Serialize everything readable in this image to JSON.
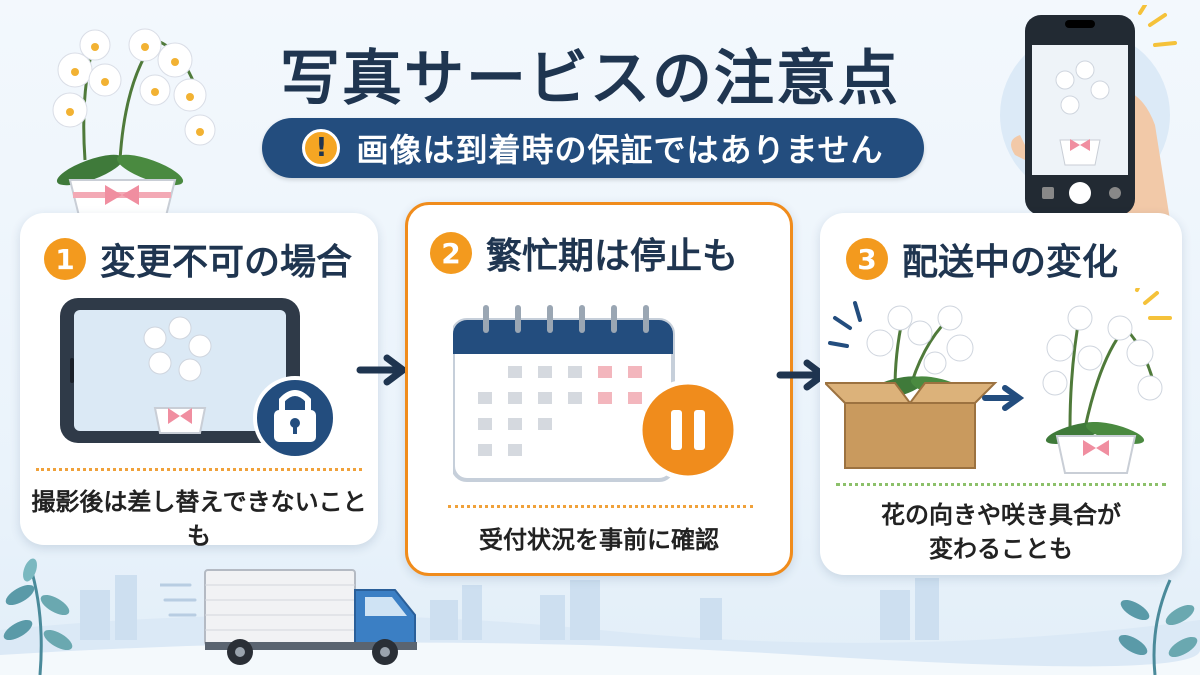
{
  "header": {
    "title": "写真サービスの注意点",
    "subtitle": "画像は到着時の保証ではありません",
    "warn_glyph": "!"
  },
  "cards": [
    {
      "number": "1",
      "title": "変更不可の場合",
      "description": "撮影後は差し替えできないことも"
    },
    {
      "number": "2",
      "title": "繁忙期は停止も",
      "description": "受付状況を事前に確認"
    },
    {
      "number": "3",
      "title": "配送中の変化",
      "description_line1": "花の向きや咲き具合が",
      "description_line2": "変わることも"
    }
  ],
  "colors": {
    "navy": "#1f3550",
    "pill": "#234d7e",
    "orange": "#f39a1e",
    "card_border": "#f08c1c"
  },
  "icons": {
    "header_left": "orchid-plant-icon",
    "header_right": "smartphone-camera-icon",
    "card1": "locked-phone-icon",
    "card2": "paused-calendar-icon",
    "card3": "box-to-orchid-icon",
    "footer": "delivery-truck-icon"
  }
}
